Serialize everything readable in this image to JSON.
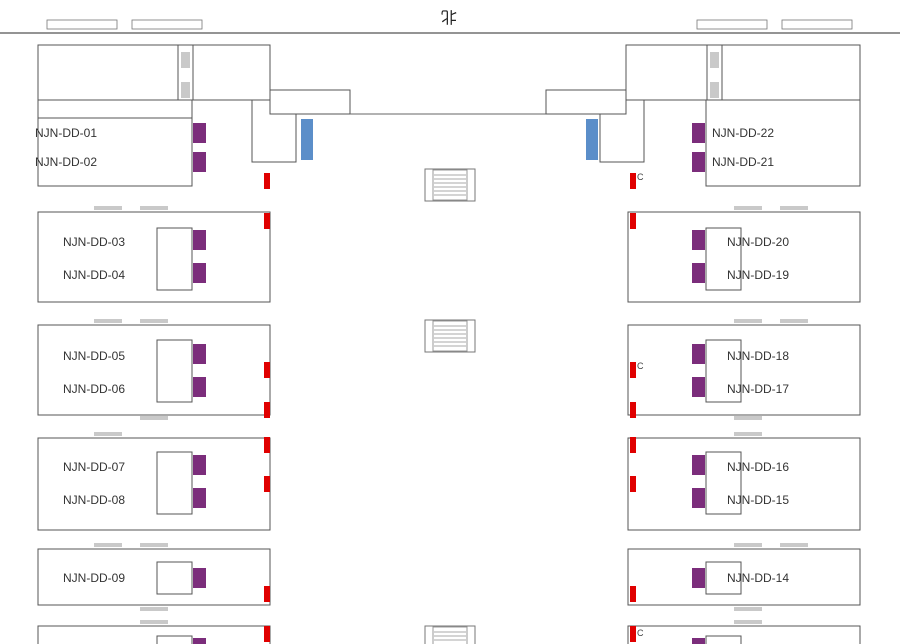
{
  "compass_label": "北",
  "marker_c": "C",
  "colors": {
    "purple": "#7b2d7b",
    "red": "#e00000",
    "blue": "#5b8ec9",
    "grey": "#c9c9c9",
    "wall": "#555555"
  },
  "booths_left": [
    {
      "id": "NJN-DD-01"
    },
    {
      "id": "NJN-DD-02"
    },
    {
      "id": "NJN-DD-03"
    },
    {
      "id": "NJN-DD-04"
    },
    {
      "id": "NJN-DD-05"
    },
    {
      "id": "NJN-DD-06"
    },
    {
      "id": "NJN-DD-07"
    },
    {
      "id": "NJN-DD-08"
    },
    {
      "id": "NJN-DD-09"
    }
  ],
  "booths_right": [
    {
      "id": "NJN-DD-22"
    },
    {
      "id": "NJN-DD-21"
    },
    {
      "id": "NJN-DD-20"
    },
    {
      "id": "NJN-DD-19"
    },
    {
      "id": "NJN-DD-18"
    },
    {
      "id": "NJN-DD-17"
    },
    {
      "id": "NJN-DD-16"
    },
    {
      "id": "NJN-DD-15"
    },
    {
      "id": "NJN-DD-14"
    }
  ]
}
